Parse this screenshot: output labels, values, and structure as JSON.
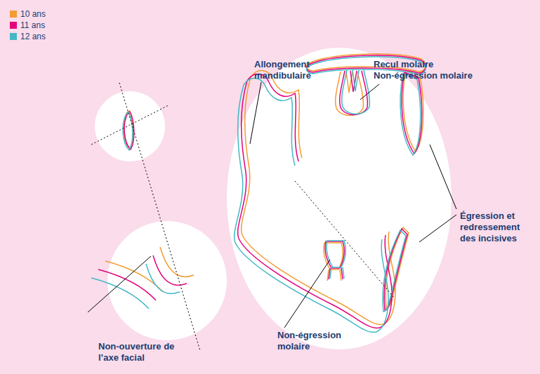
{
  "diagram": {
    "labels": [
      "Allongement mandibulaire",
      "Recul molaire",
      "Non-égression molaire",
      "Égression et redressement des incisives",
      "Non-égression molaire",
      "Non-ouverture de l’axe facial"
    ],
    "legend": [
      {
        "text": "10 ans",
        "color": "#F39C33"
      },
      {
        "text": "11 ans",
        "color": "#E5007D"
      },
      {
        "text": "12 ans",
        "color": "#42B8C6"
      }
    ]
  }
}
